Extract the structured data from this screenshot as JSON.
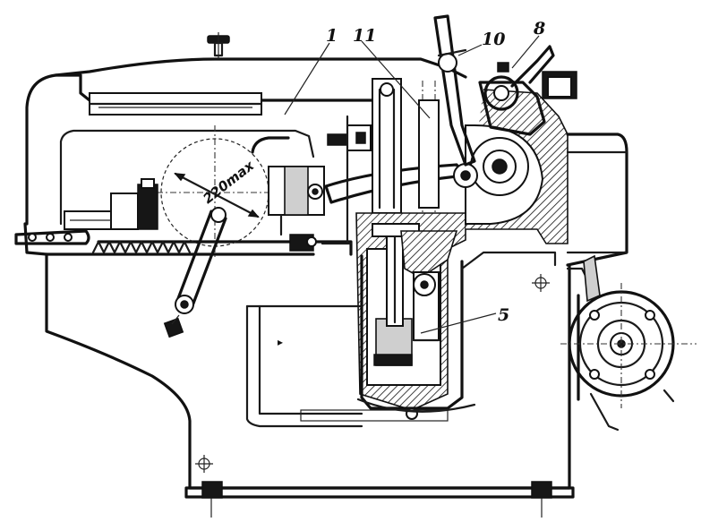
{
  "labels": {
    "l1": "1",
    "l11": "11",
    "l10": "10",
    "l8": "8",
    "l5": "5"
  },
  "dimension": {
    "text": "220max"
  }
}
